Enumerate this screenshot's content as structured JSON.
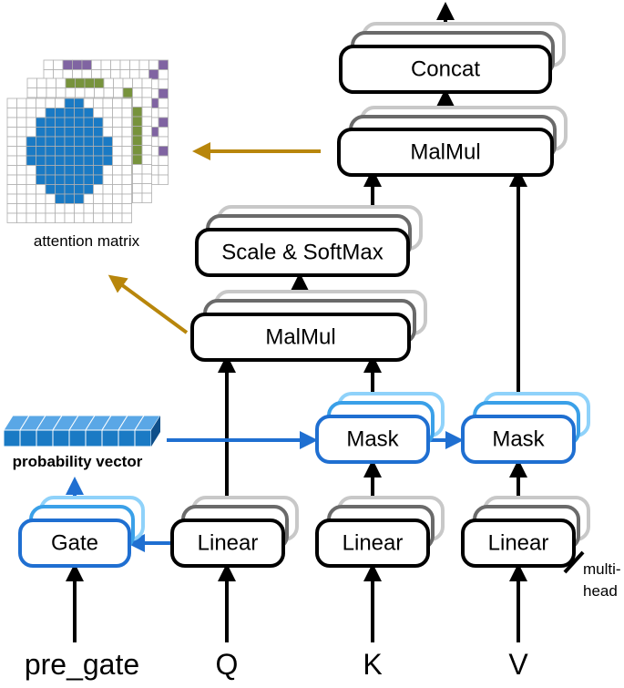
{
  "blocks": {
    "concat": "Concat",
    "matmul_top": "MalMul",
    "scale_softmax": "Scale & SoftMax",
    "matmul_low": "MalMul",
    "mask_k": "Mask",
    "mask_v": "Mask",
    "gate": "Gate",
    "linear_q": "Linear",
    "linear_k": "Linear",
    "linear_v": "Linear"
  },
  "inputs": {
    "pre_gate": "pre_gate",
    "q": "Q",
    "k": "K",
    "v": "V"
  },
  "labels": {
    "attention_matrix": "attention matrix",
    "probability_vector": "probability vector",
    "multi_head_line1": "multi-",
    "multi_head_line2": "head"
  },
  "colors": {
    "black": "#000000",
    "blue": "#1f6fd1",
    "gold": "#b8860b",
    "matrix_blue": "#1a7ac4",
    "matrix_green": "#77933c",
    "matrix_purple": "#8064a2"
  }
}
